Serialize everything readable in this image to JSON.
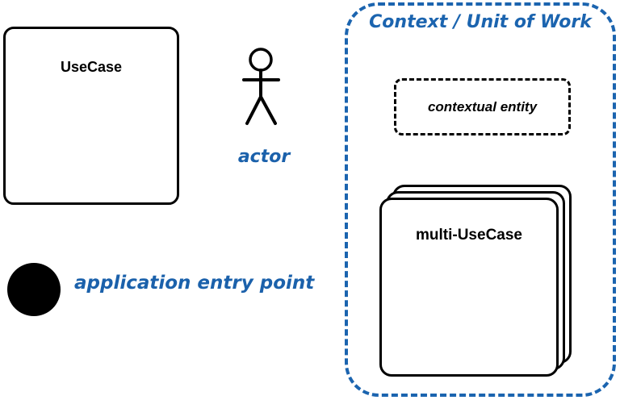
{
  "colors": {
    "accent_blue": "#1b64af",
    "shape_black": "#000000",
    "background": "#ffffff"
  },
  "legend": {
    "usecase": {
      "label": "UseCase"
    },
    "actor": {
      "label": "actor"
    },
    "entry_point": {
      "label": "application entry point"
    },
    "context": {
      "title": "Context / Unit of Work",
      "contextual_entity": {
        "label": "contextual entity"
      },
      "multi_usecase": {
        "label": "multi-UseCase"
      }
    }
  }
}
